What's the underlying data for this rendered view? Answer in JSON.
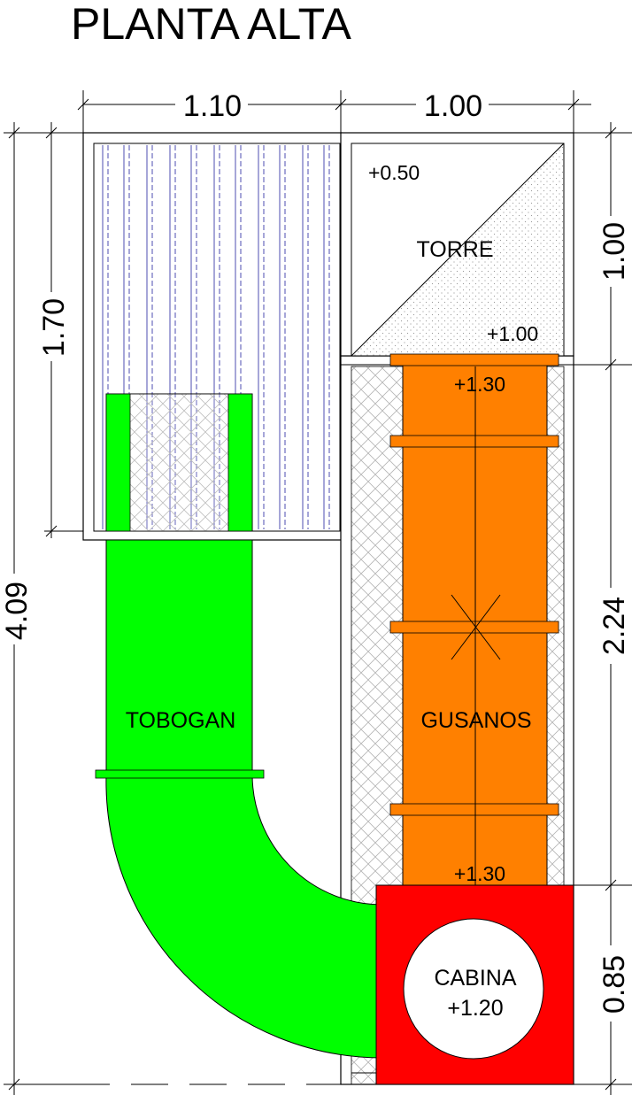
{
  "title": "PLANTA ALTA",
  "dimensions": {
    "top_left": "1.10",
    "top_right": "1.00",
    "left_upper": "1.70",
    "left_total": "4.09",
    "right_upper": "1.00",
    "right_middle": "2.24",
    "right_lower": "0.85"
  },
  "levels": {
    "tower_top": "+0.50",
    "tower_bottom": "+1.00",
    "worms_top": "+1.30",
    "worms_bottom": "+1.30"
  },
  "labels": {
    "tower": "TORRE",
    "slide": "TOBOGAN",
    "worms": "GUSANOS",
    "cabin": "CABINA",
    "cabin_level": "+1.20"
  },
  "colors": {
    "slide": "#00ff00",
    "worms": "#ff8000",
    "cabin": "#ff0000",
    "mesh": "#bbbbbb",
    "rope": "#3a3aa8"
  }
}
